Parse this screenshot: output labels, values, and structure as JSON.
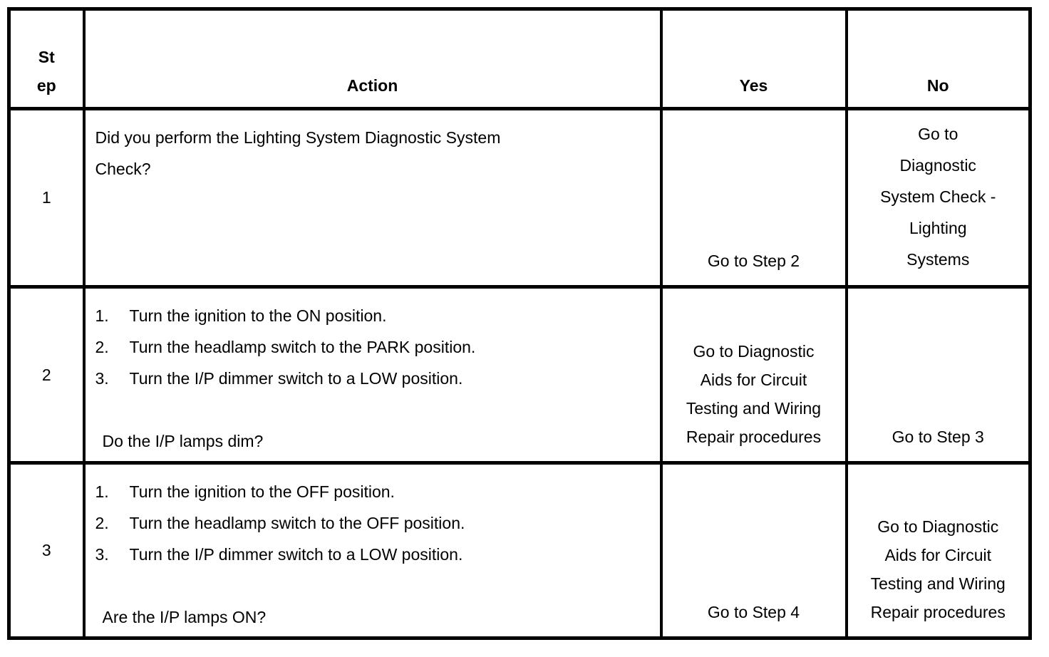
{
  "table": {
    "headers": {
      "step": "St\nep",
      "action": "Action",
      "yes": "Yes",
      "no": "No"
    },
    "rows": [
      {
        "step": "1",
        "action_text": "Did you perform the Lighting System Diagnostic System\nCheck?",
        "yes": "Go to Step 2",
        "no": "Go to\nDiagnostic\nSystem Check -\nLighting\nSystems"
      },
      {
        "step": "2",
        "action_steps": [
          {
            "num": "1.",
            "text": "Turn the ignition to the ON position."
          },
          {
            "num": "2.",
            "text": "Turn the headlamp switch to the PARK position."
          },
          {
            "num": "3.",
            "text": "Turn the I/P dimmer switch to a LOW position."
          }
        ],
        "action_question": "Do the I/P lamps dim?",
        "yes": "Go to Diagnostic\nAids for Circuit\nTesting and Wiring\nRepair procedures",
        "no": "Go to Step 3"
      },
      {
        "step": "3",
        "action_steps": [
          {
            "num": "1.",
            "text": "Turn the ignition to the OFF position."
          },
          {
            "num": "2.",
            "text": "Turn the headlamp switch to the OFF position."
          },
          {
            "num": "3.",
            "text": "Turn the I/P dimmer switch to a LOW position."
          }
        ],
        "action_question": "Are the I/P lamps ON?",
        "yes": "Go to Step 4",
        "no": "Go to Diagnostic\nAids for Circuit\nTesting and Wiring\nRepair procedures"
      }
    ]
  }
}
